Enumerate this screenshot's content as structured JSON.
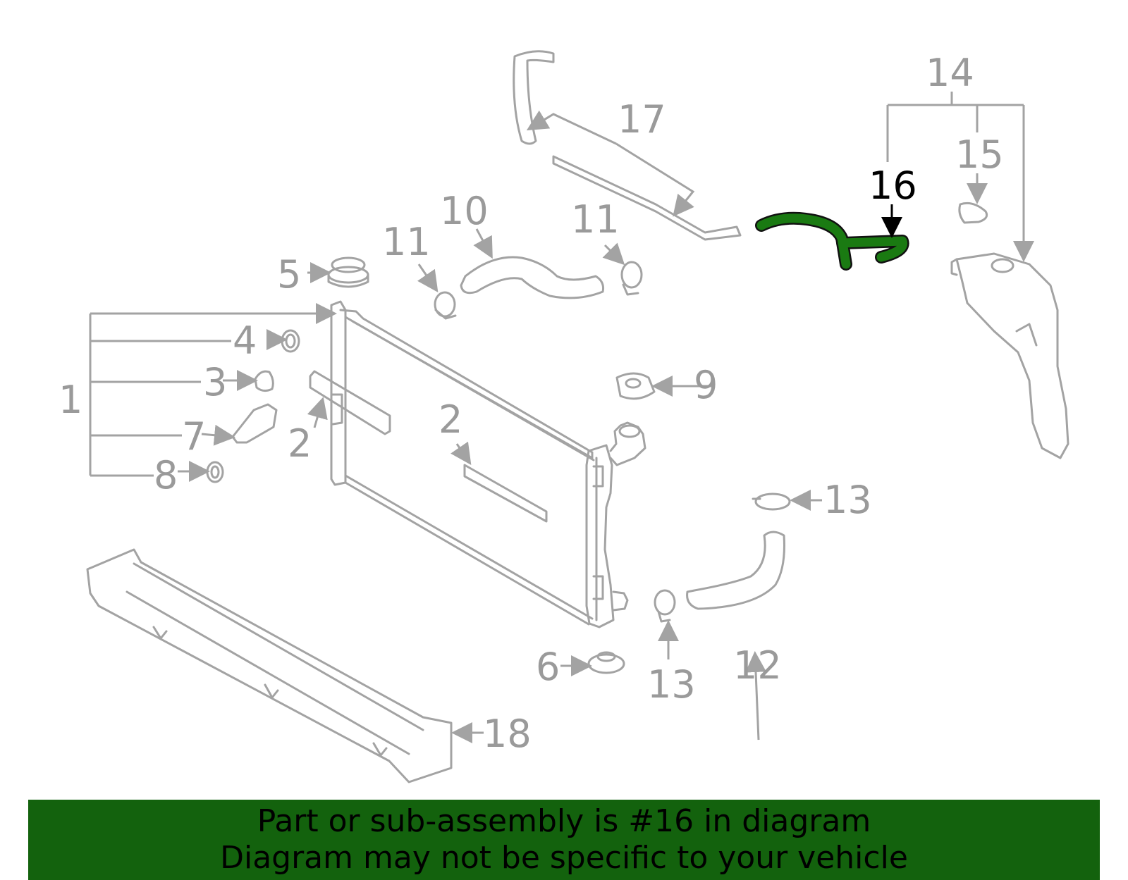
{
  "colors": {
    "part_stroke": "#a3a3a3",
    "label": "#9a9a9a",
    "highlight": "#1a7a12",
    "highlight_label": "#000000",
    "banner_bg": "#13620d"
  },
  "highlighted_part": "16",
  "labels": {
    "l1": "1",
    "l2a": "2",
    "l2b": "2",
    "l3": "3",
    "l4": "4",
    "l5": "5",
    "l6": "6",
    "l7": "7",
    "l8": "8",
    "l9": "9",
    "l10": "10",
    "l11a": "11",
    "l11b": "11",
    "l12": "12",
    "l13a": "13",
    "l13b": "13",
    "l14": "14",
    "l15": "15",
    "l16": "16",
    "l17": "17",
    "l18": "18"
  },
  "banner": {
    "line1": "Part or sub-assembly is #16 in diagram",
    "line2": "Diagram may not be specific to your vehicle"
  }
}
